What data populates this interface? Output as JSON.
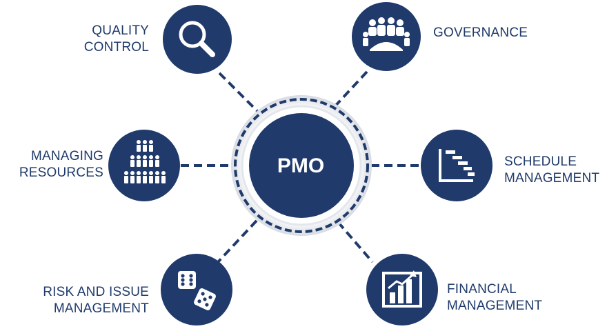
{
  "center": {
    "label": "PMO"
  },
  "nodes": {
    "quality_control": {
      "line1": "QUALITY",
      "line2": "CONTROL",
      "icon": "magnifier-icon"
    },
    "governance": {
      "line1": "GOVERNANCE",
      "icon": "meeting-table-icon"
    },
    "managing_resources": {
      "line1": "MANAGING",
      "line2": "RESOURCES",
      "icon": "people-pyramid-icon"
    },
    "schedule_management": {
      "line1": "SCHEDULE",
      "line2": "MANAGEMENT",
      "icon": "gantt-chart-icon"
    },
    "risk_issue_management": {
      "line1": "RISK AND ISSUE",
      "line2": "MANAGEMENT",
      "icon": "dice-icon"
    },
    "financial_management": {
      "line1": "FINANCIAL",
      "line2": "MANAGEMENT",
      "icon": "bar-chart-growth-icon"
    }
  },
  "colors": {
    "navy": "#1f3a6b",
    "ring_shadow": "#c9ced6",
    "white": "#ffffff"
  }
}
